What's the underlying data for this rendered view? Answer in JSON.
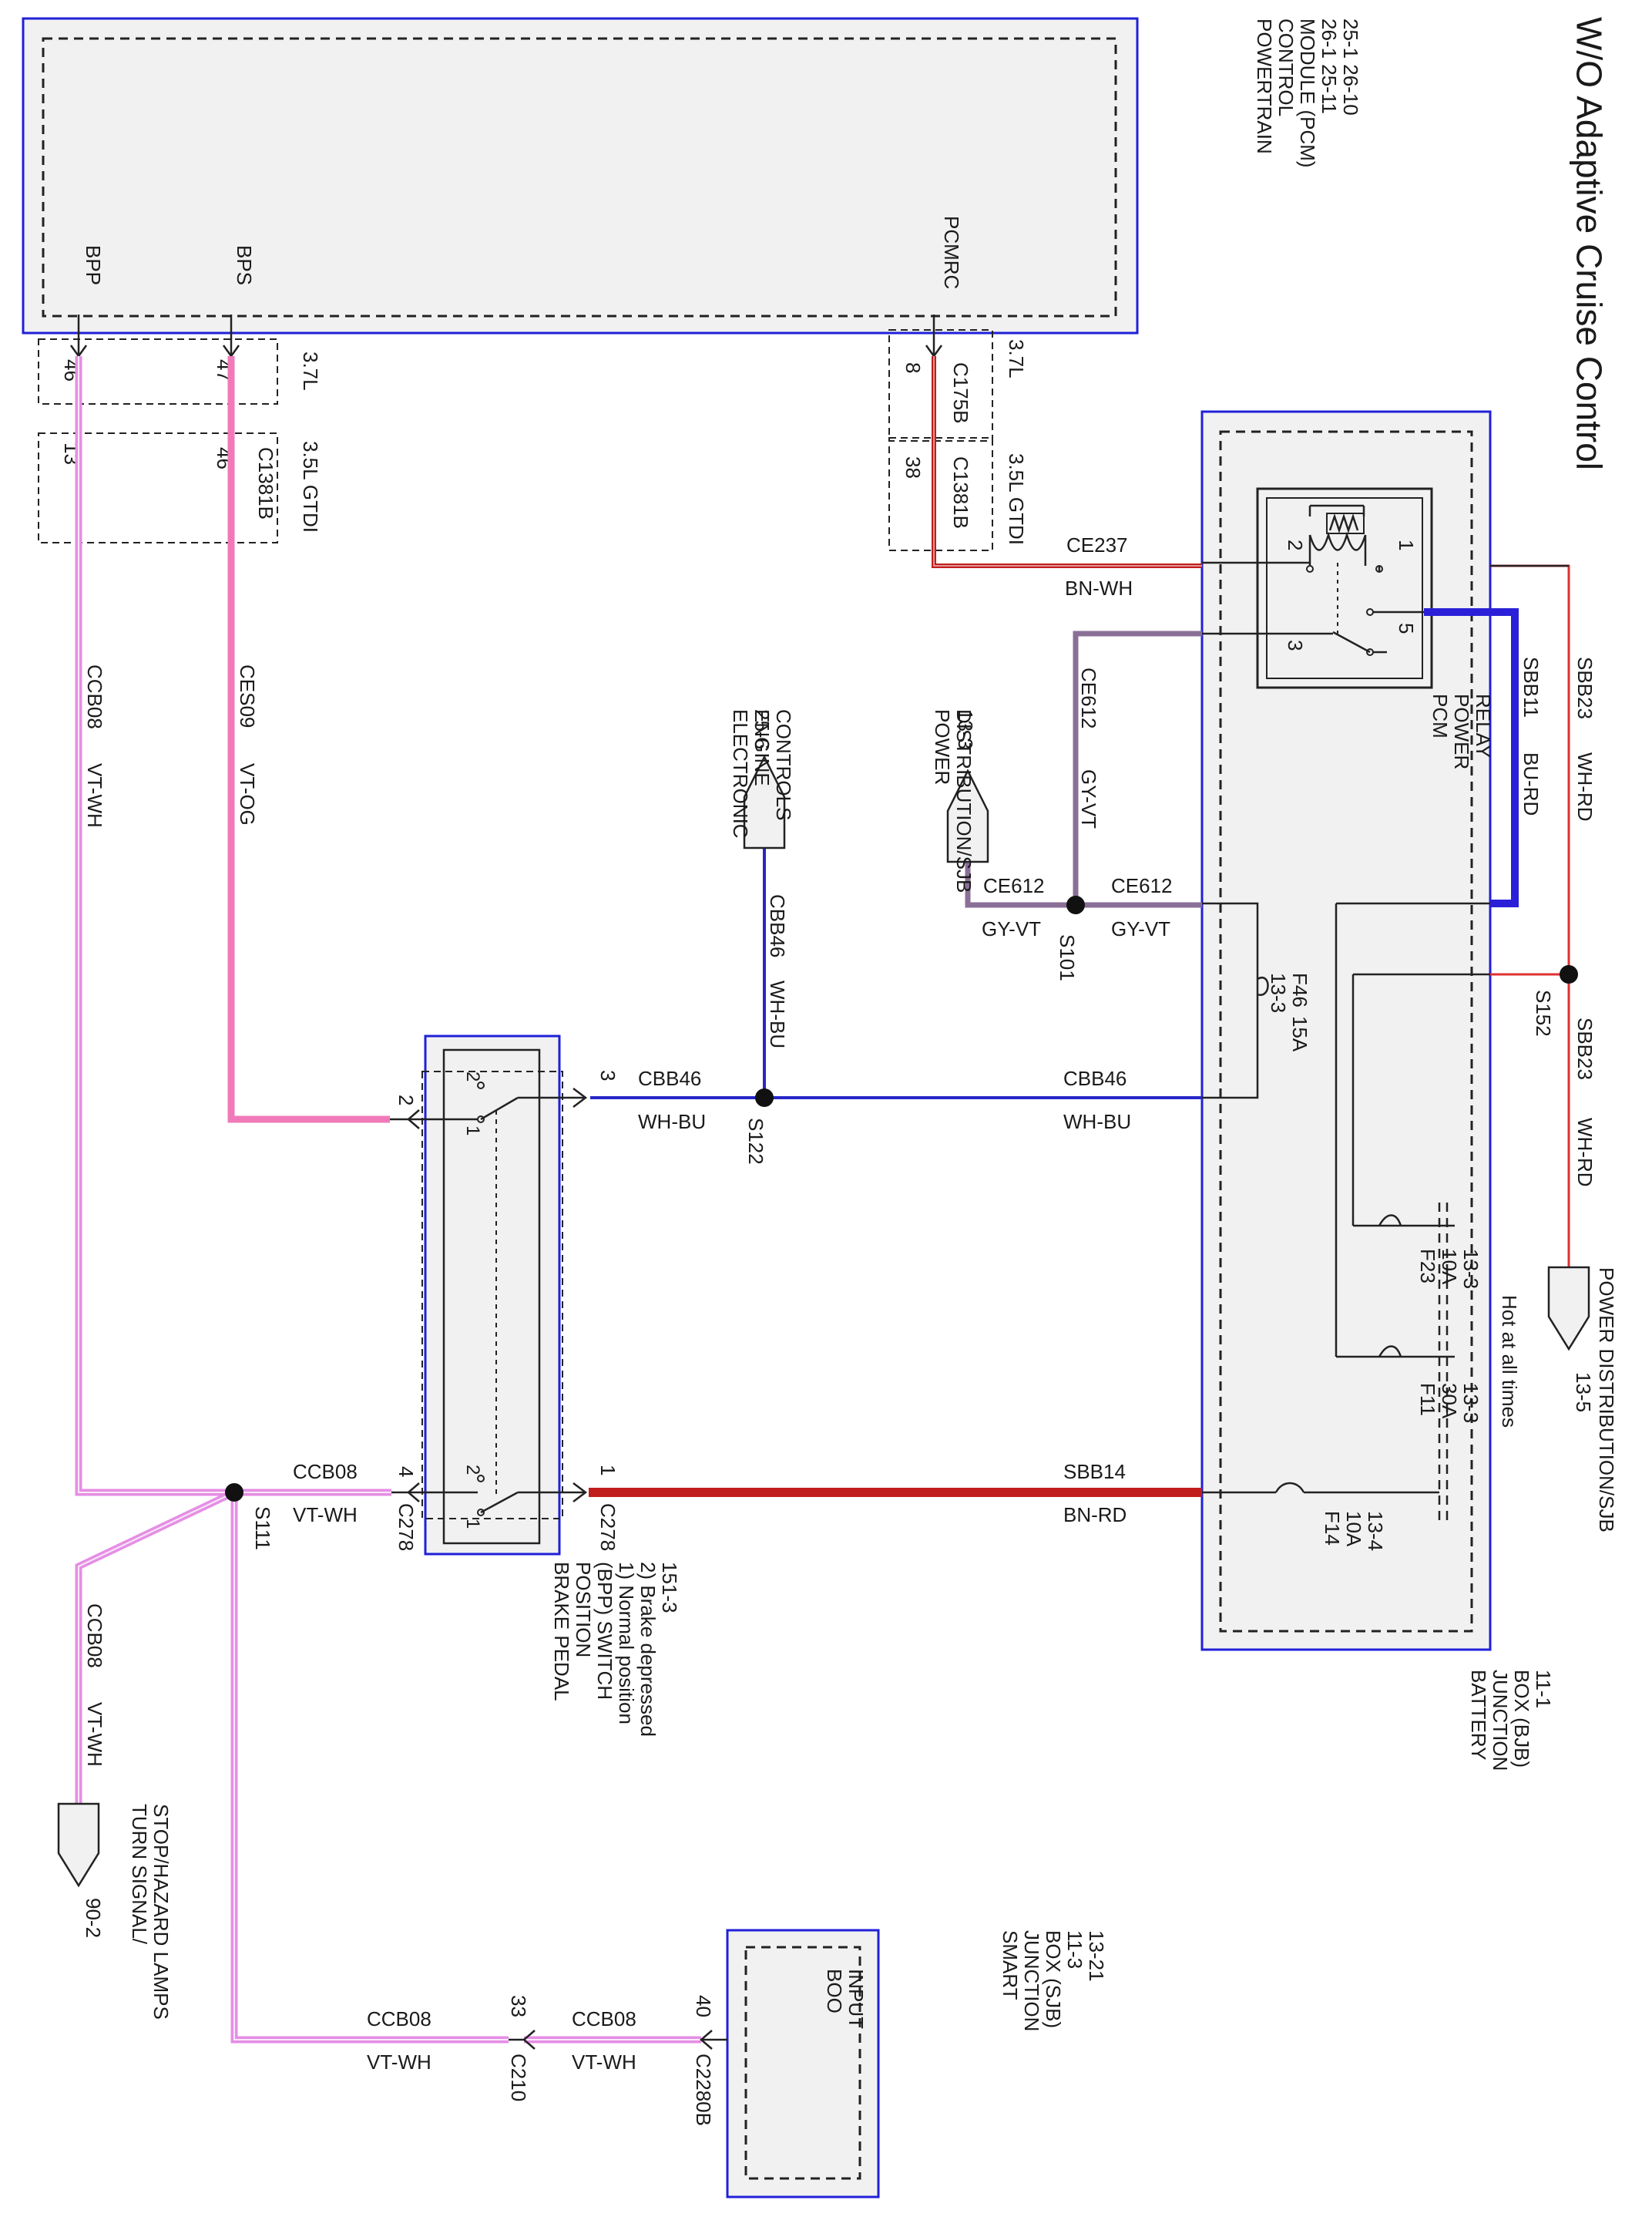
{
  "title": "W/O Adaptive Cruise Control",
  "pcm": {
    "name": [
      "POWERTRAIN",
      "CONTROL",
      "MODULE (PCM)"
    ],
    "refs": [
      "26-1   25-11",
      "25-1   26-10"
    ],
    "pins": {
      "bpp": "BPP",
      "bps": "BPS",
      "pcmrc": "PCMRC"
    }
  },
  "connectors": {
    "c175b_37l": "3.7L",
    "c1381b_35l": "3.5L GTDI",
    "c175b": "C175B",
    "c1381b": "C1381B",
    "pin_46": "46",
    "pin_47": "47",
    "pin_13": "13",
    "pin_46b": "46",
    "pin_8": "8",
    "pin_38": "38"
  },
  "bjb": {
    "name": [
      "BATTERY",
      "JUNCTION",
      "BOX (BJB)",
      "11-1"
    ],
    "relay": [
      "PCM",
      "POWER",
      "RELAY"
    ],
    "relay_pins": {
      "p1": "1",
      "p2": "2",
      "p3": "3",
      "p5": "5"
    },
    "hot": "Hot at all times",
    "f46": {
      "name": "F46",
      "rating": "15A",
      "ref": "13-3"
    },
    "f23": {
      "name": "F23",
      "rating": "10A",
      "ref": "13-3"
    },
    "f11": {
      "name": "F11",
      "rating": "30A",
      "ref": "13-3"
    },
    "f14": {
      "name": "F14",
      "rating": "10A",
      "ref": "13-4"
    }
  },
  "wires": {
    "ce237": {
      "id": "CE237",
      "color": "BN-WH"
    },
    "ce612a": {
      "id": "CE612",
      "color": "GY-VT"
    },
    "ce612b": {
      "id": "CE612",
      "color": "GY-VT"
    },
    "ce612c": {
      "id": "CE612",
      "color": "GY-VT"
    },
    "sbb11": {
      "id": "SBB11",
      "color": "BU-RD"
    },
    "sbb23a": {
      "id": "SBB23",
      "color": "WH-RD"
    },
    "sbb23b": {
      "id": "SBB23",
      "color": "WH-RD"
    },
    "cbb46a": {
      "id": "CBB46",
      "color": "WH-BU"
    },
    "cbb46b": {
      "id": "CBB46",
      "color": "WH-BU"
    },
    "cbb46c": {
      "id": "CBB46",
      "color": "WH-BU"
    },
    "ces09": {
      "id": "CES09",
      "color": "VT-OG"
    },
    "ccb08a": {
      "id": "CCB08",
      "color": "VT-WH"
    },
    "ccb08b": {
      "id": "CCB08",
      "color": "VT-WH"
    },
    "ccb08c": {
      "id": "CCB08",
      "color": "VT-WH"
    },
    "ccb08d": {
      "id": "CCB08",
      "color": "VT-WH"
    },
    "ccb08e": {
      "id": "CCB08",
      "color": "VT-WH"
    },
    "sbb14": {
      "id": "SBB14",
      "color": "BN-RD"
    }
  },
  "splices": {
    "s101": "S101",
    "s122": "S122",
    "s152": "S152",
    "s111": "S111"
  },
  "refs": {
    "pd1": {
      "name": [
        "POWER",
        "DISTRIBUTION/SJB"
      ],
      "page": "13-3"
    },
    "pd2": {
      "name": [
        "POWER DISTRIBUTION/SJB"
      ],
      "page": "13-5"
    },
    "eec": {
      "name": [
        "ELECTRONIC",
        "ENGINE",
        "CONTROLS"
      ],
      "page": "25-6"
    },
    "turn": {
      "name": [
        "TURN SIGNAL/",
        "STOP/HAZARD LAMPS"
      ],
      "page": "90-2"
    }
  },
  "bpp_switch": {
    "name": [
      "BRAKE PEDAL",
      "POSITION",
      "(BPP) SWITCH",
      "1) Normal position",
      "2) Brake depressed",
      "151-3"
    ],
    "pin_1": "1",
    "pin_2": "2",
    "pin_3": "3",
    "pin_4": "4",
    "c278": "C278",
    "pos1": "1",
    "pos2": "2"
  },
  "sjb": {
    "name": [
      "SMART",
      "JUNCTION",
      "BOX (SJB)",
      "11-3",
      "13-21"
    ],
    "input": [
      "BOO",
      "INPUT"
    ],
    "pin_40": "40",
    "c2280b": "C2280B",
    "pin_33": "33",
    "c210": "C210"
  },
  "colors": {
    "violet_white": "#e58ee5",
    "violet_orange": "#f07ab8",
    "brown_red": "#c21d1d",
    "gray_violet": "#8a6f96",
    "blue_red": "#2b20d8",
    "white_blue": "#2727c9",
    "white_red": "#e03030"
  }
}
